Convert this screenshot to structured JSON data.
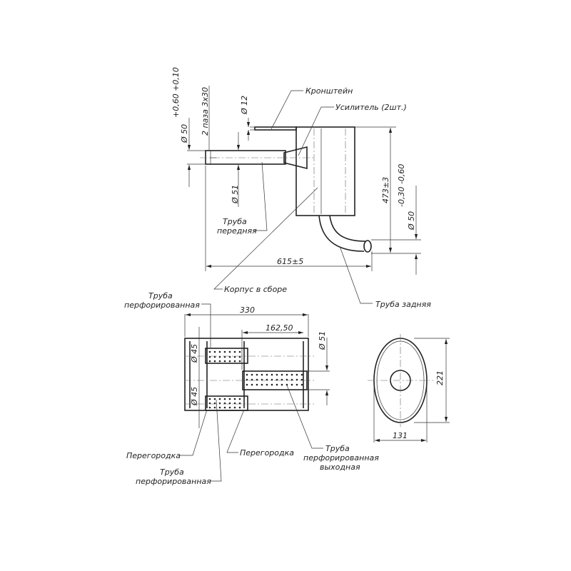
{
  "labels": {
    "bracket": "Кронштейн",
    "reinforcement": "Усилитель (2шт.)",
    "front_pipe_1": "Труба",
    "front_pipe_2": "передняя",
    "body_assembly": "Корпус в сборе",
    "rear_pipe": "Труба задняя",
    "perf_pipe_top_1": "Труба",
    "perf_pipe_top_2": "перфорированная",
    "partition_left": "Перегородка",
    "partition_right": "Перегородка",
    "perf_pipe_bottom_1": "Труба",
    "perf_pipe_bottom_2": "перфорированная",
    "perf_outlet_1": "Труба",
    "perf_outlet_2": "перфорированная",
    "perf_outlet_3": "выходная"
  },
  "dimensions": {
    "inlet_dia": "Ø 50",
    "inlet_tol": "+0,60 +0,10",
    "slots": "2 паза 3x30",
    "bracket_dia": "Ø 12",
    "front_pipe_dia": "Ø 51",
    "height": "473±3",
    "outlet_dia": "Ø 50",
    "outlet_tol": "-0,30 -0,60",
    "length_total": "615±5",
    "body_length": "330",
    "inner_length": "162,50",
    "section_dia_51": "Ø 51",
    "perf_dia_top": "Ø 45",
    "perf_dia_bottom": "Ø 45",
    "oval_height": "221",
    "oval_width": "131"
  }
}
